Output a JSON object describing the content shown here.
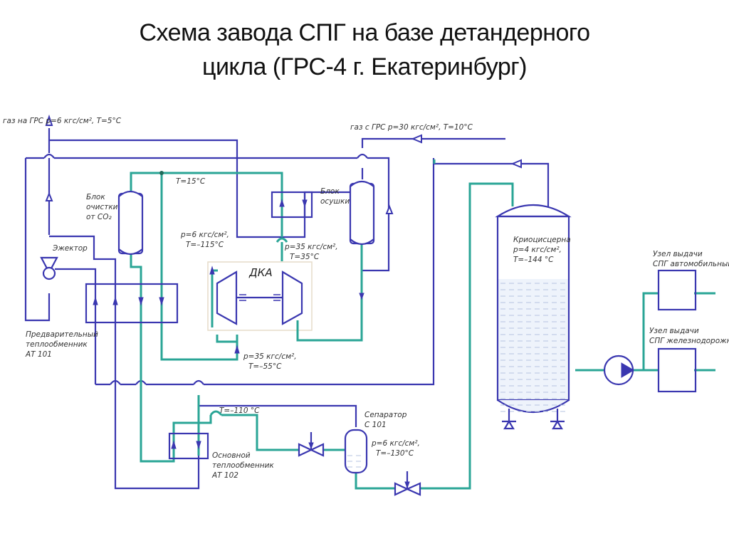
{
  "title": {
    "line1": "Схема завода СПГ на базе детандерного",
    "line2": "цикла (ГРС-4 г. Екатеринбург)"
  },
  "streams": {
    "gas_out": "газ на ГРС p=6 кгс/см², T=5°С",
    "gas_in": "газ с ГРС p=30 кгс/см², T=10°С",
    "t15": "T=15°С",
    "p6_t115": {
      "line1": "p=6 кгс/см²,",
      "line2": "T=–115°С"
    },
    "p35_t35": {
      "line1": "p=35 кгс/см²,",
      "line2": "T=35°С"
    },
    "p35_t55": {
      "line1": "p=35 кгс/см²,",
      "line2": "T=–55°С"
    },
    "t110": "T=–110 °С",
    "p6_t130": {
      "line1": "p=6 кгс/см²,",
      "line2": "T=–130°С"
    }
  },
  "equipment": {
    "co2_block": {
      "line1": "Блок",
      "line2": "очистки",
      "line3": "от CO₂"
    },
    "ejector": "Эжектор",
    "drying_block": {
      "line1": "Блок",
      "line2": "осушки"
    },
    "dka": "ДКА",
    "pre_hx": {
      "line1": "Предварительный",
      "line2": "теплообменник",
      "line3": "АТ 101"
    },
    "main_hx": {
      "line1": "Основной",
      "line2": "теплообменник",
      "line3": "АТ 102"
    },
    "separator": {
      "line1": "Сепаратор",
      "line2": "С 101"
    },
    "cryotank": {
      "line1": "Криоцисцерна",
      "line2": "p=4 кгс/см²,",
      "line3": "T=–144 °С"
    },
    "auto_station": {
      "line1": "Узел выдачи",
      "line2": "СПГ автомобильный"
    },
    "rail_station": {
      "line1": "Узел выдачи",
      "line2": "СПГ железнодорожный"
    }
  },
  "colors": {
    "gas_line": "#3a37b0",
    "lng_line": "#2aa596",
    "frame": "#e6dcc8"
  }
}
